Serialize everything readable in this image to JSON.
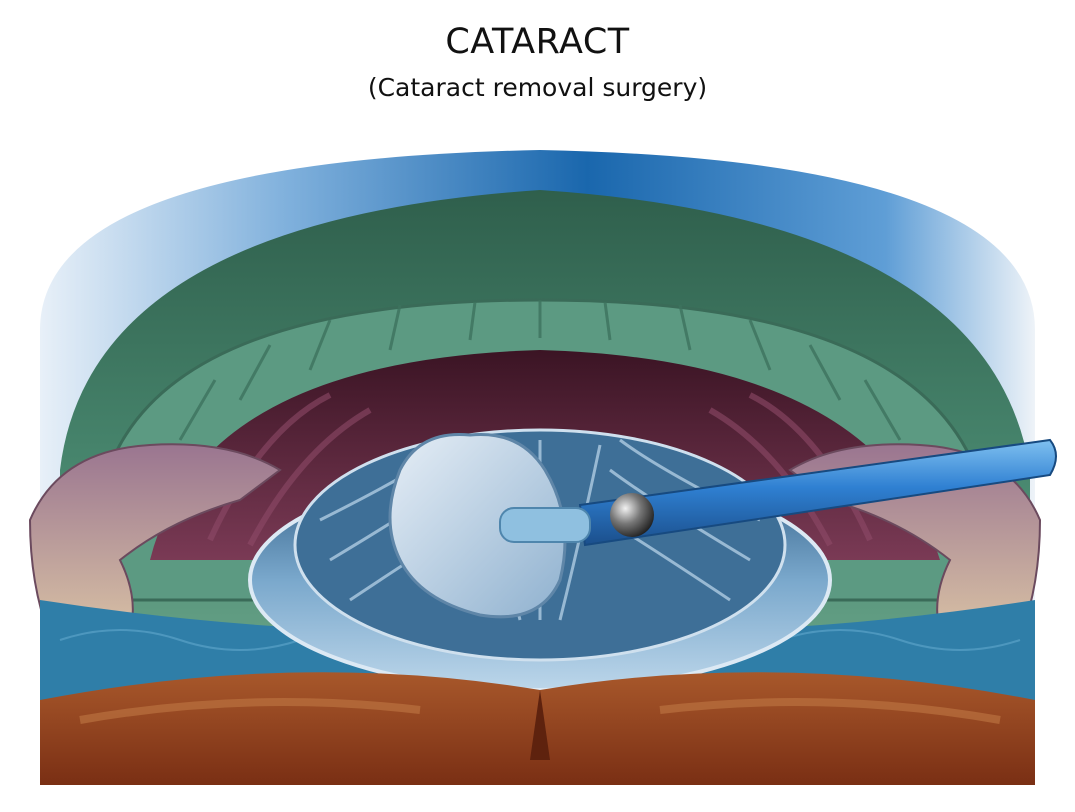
{
  "title": "CATARACT",
  "subtitle": "(Cataract removal surgery)",
  "illustration": {
    "subject": "eye cross-section with phacoemulsification probe",
    "colors": {
      "cornea_outer": "#1e6fb3",
      "sclera_green": "#3f7a63",
      "iris_maroon": "#5a1f33",
      "lens_blue": "#6f9fc4",
      "probe_blue": "#2f7fd0",
      "tissue_brown": "#8a3a1a",
      "pink_tissue": "#b8869c"
    }
  }
}
